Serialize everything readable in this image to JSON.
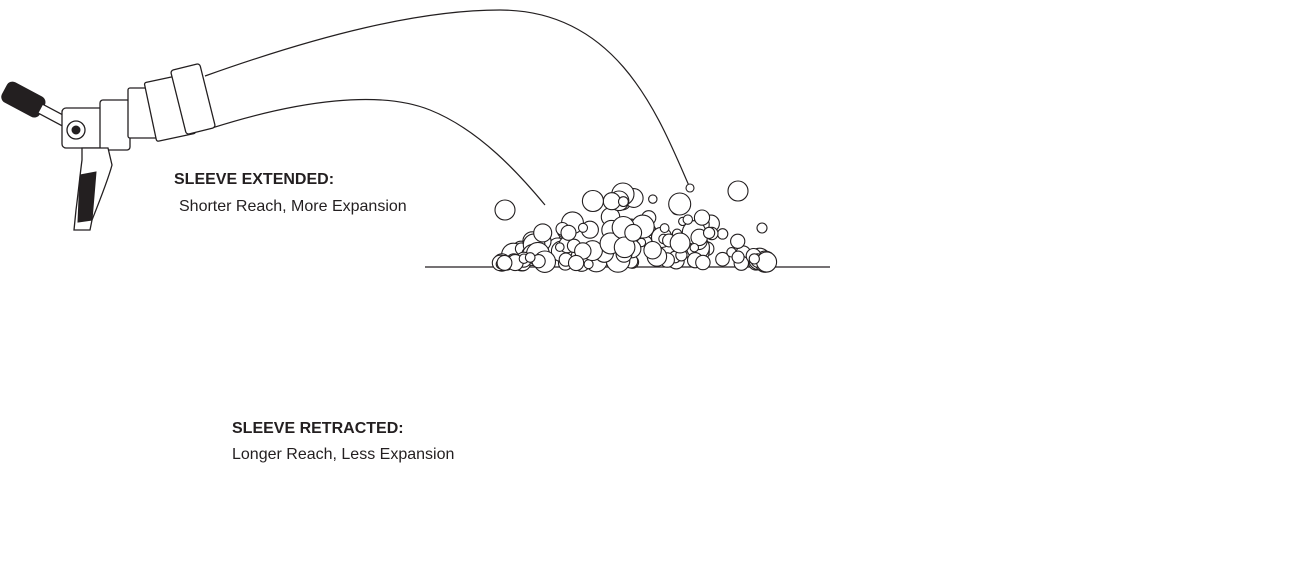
{
  "diagram": {
    "panels": [
      {
        "id": "extended",
        "title": "SLEEVE EXTENDED:",
        "caption": "Shorter Reach, More Expansion"
      },
      {
        "id": "retracted",
        "title": "SLEEVE RETRACTED:",
        "caption": "Longer Reach, Less Expansion"
      }
    ]
  },
  "colors": {
    "ink": "#231f20",
    "background": "#ffffff"
  }
}
